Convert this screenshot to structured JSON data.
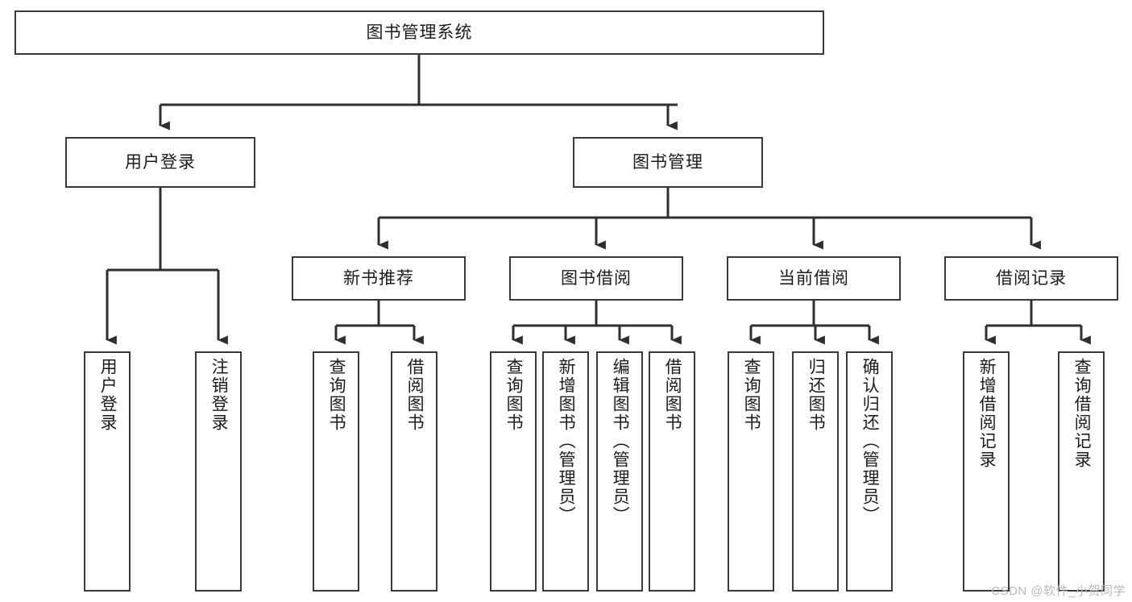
{
  "diagram": {
    "title": "图书管理系统",
    "type": "tree",
    "root": {
      "label": "图书管理系统"
    },
    "level2": [
      {
        "label": "用户登录"
      },
      {
        "label": "图书管理"
      }
    ],
    "level3": [
      {
        "label": "新书推荐"
      },
      {
        "label": "图书借阅"
      },
      {
        "label": "当前借阅"
      },
      {
        "label": "借阅记录"
      }
    ],
    "leaves": {
      "user_login": [
        {
          "label": "用户登录"
        },
        {
          "label": "注销登录"
        }
      ],
      "new_book_recommend": [
        {
          "label": "查询图书"
        },
        {
          "label": "借阅图书"
        }
      ],
      "book_borrow": [
        {
          "label": "查询图书"
        },
        {
          "label": "新增图书（管理员）"
        },
        {
          "label": "编辑图书（管理员）"
        },
        {
          "label": "借阅图书"
        }
      ],
      "current_borrow": [
        {
          "label": "查询图书"
        },
        {
          "label": "归还图书"
        },
        {
          "label": "确认归还（管理员）"
        }
      ],
      "borrow_record": [
        {
          "label": "新增借阅记录"
        },
        {
          "label": "查询借阅记录"
        }
      ]
    }
  },
  "watermark": {
    "text": "CSDN @软件_小贺同学"
  },
  "colors": {
    "border": "#3a3a3a",
    "line": "#2f2f2f",
    "background": "#ffffff",
    "text": "#1b1b1b",
    "watermark": "#b9b9b9"
  }
}
